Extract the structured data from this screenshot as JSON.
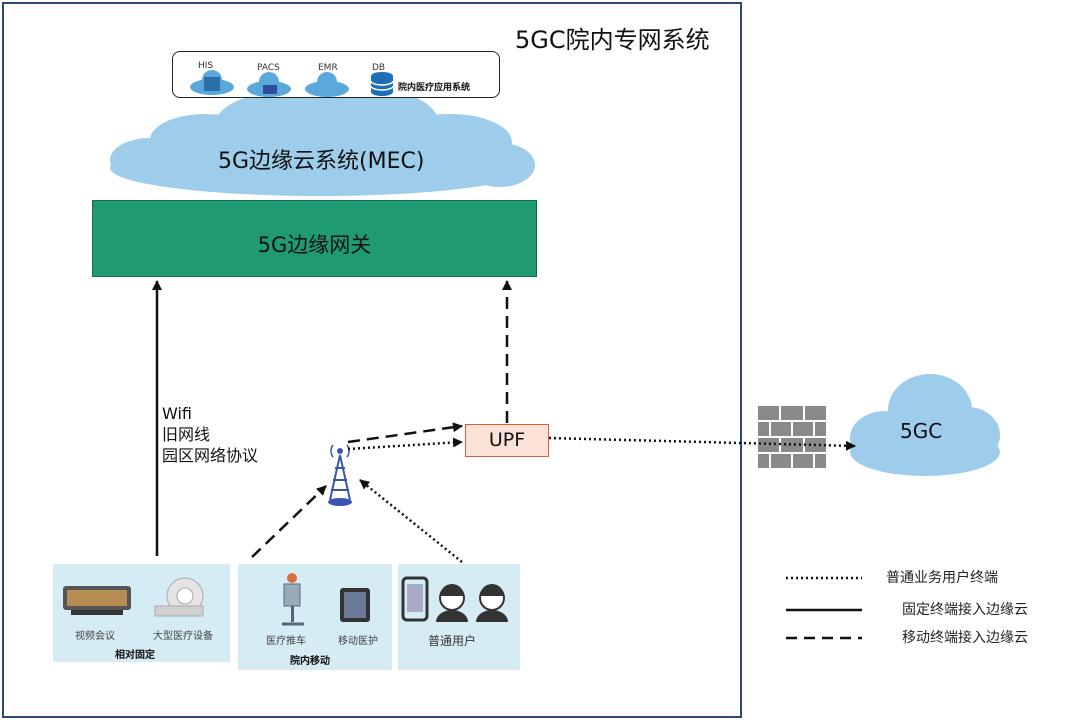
{
  "system_title": "5GC院内专网系统",
  "hospital_apps": {
    "caption": "院内医疗应用系统",
    "items": [
      "HIS",
      "PACS",
      "EMR",
      "DB"
    ]
  },
  "mec_label": "5G边缘云系统(MEC)",
  "gateway_label": "5G边缘网关",
  "fixed_access_methods": [
    "Wifi",
    "旧网线",
    "园区网络协议"
  ],
  "upf_label": "UPF",
  "core_label": "5GC",
  "terminal_groups": {
    "fixed": {
      "label": "相对固定",
      "devices": [
        "视频会议",
        "大型医疗设备"
      ]
    },
    "mobile": {
      "label": "院内移动",
      "devices": [
        "医疗推车",
        "移动医护"
      ]
    },
    "general": {
      "label": "普通用户"
    }
  },
  "legend": [
    {
      "style": "dotted",
      "label": "普通业务用户终端"
    },
    {
      "style": "solid",
      "label": "固定终端接入边缘云"
    },
    {
      "style": "dashed",
      "label": "移动终端接入边缘云"
    }
  ],
  "colors": {
    "cloud": "#9ecdec",
    "gateway": "#1f9a73",
    "upf_fill": "#fbe2d6",
    "upf_border": "#d9603b",
    "terminal_panel": "#d6ecf5",
    "frame": "#2b4a6f"
  }
}
